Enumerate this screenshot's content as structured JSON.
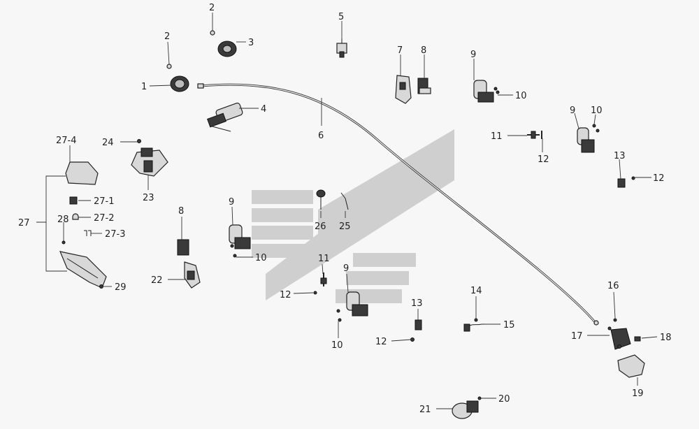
{
  "labels": {
    "p1": "1",
    "p2a": "2",
    "p2b": "2",
    "p3": "3",
    "p4": "4",
    "p5": "5",
    "p6": "6",
    "p7": "7",
    "p8a": "8",
    "p8b": "8",
    "p9a": "9",
    "p9b": "9",
    "p9c": "9",
    "p9d": "9",
    "p10a": "10",
    "p10b": "10",
    "p10c": "10",
    "p10d": "10",
    "p11a": "11",
    "p11b": "11",
    "p12a": "12",
    "p12b": "12",
    "p12c": "12",
    "p12d": "12",
    "p13a": "13",
    "p13b": "13",
    "p14": "14",
    "p15": "15",
    "p16": "16",
    "p17": "17",
    "p18": "18",
    "p19": "19",
    "p20": "20",
    "p21": "21",
    "p22": "22",
    "p23": "23",
    "p24": "24",
    "p25": "25",
    "p26": "26",
    "p27": "27",
    "p27_1": "27-1",
    "p27_2": "27-2",
    "p27_3": "27-3",
    "p27_4": "27-4",
    "p28": "28",
    "p29": "29"
  },
  "colors": {
    "watermark": "#c6c6c6",
    "line": "#333333",
    "background": "#f7f7f7"
  }
}
